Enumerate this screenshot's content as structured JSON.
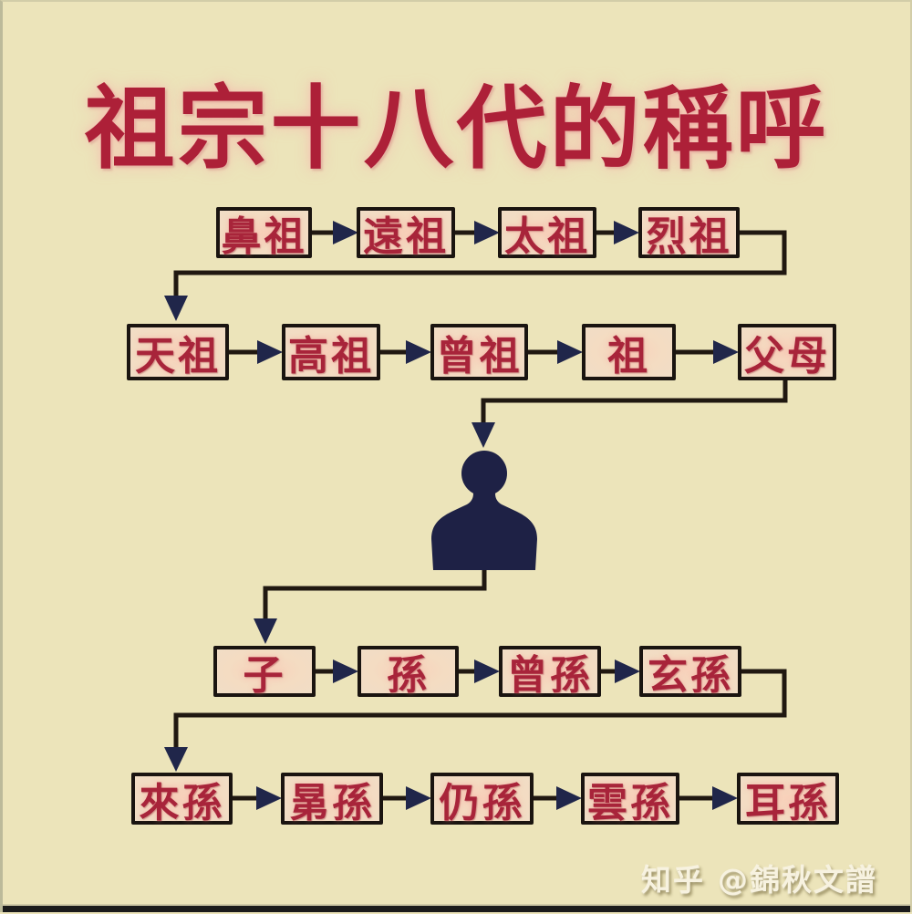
{
  "title": "祖宗十八代的稱呼",
  "generations": {
    "ancestors_upper": [
      "鼻祖",
      "遠祖",
      "太祖",
      "烈祖"
    ],
    "ancestors_near": [
      "天祖",
      "高祖",
      "曾祖",
      "祖",
      "父母"
    ],
    "descendants_near": [
      "子",
      "孫",
      "曾孫",
      "玄孫"
    ],
    "descendants_far": [
      "來孫",
      "晜孫",
      "仍孫",
      "雲孫",
      "耳孫"
    ]
  },
  "flow": "鼻祖→遠祖→太祖→烈祖→天祖→高祖→曾祖→祖→父母→本人(人形)→子→孫→曾孫→玄孫→來孫→晜孫→仍孫→雲孫→耳孫",
  "person_icon": "self-person-silhouette",
  "watermark": {
    "site": "知乎",
    "author": "@錦秋文譜"
  },
  "colors": {
    "background": "#ece4ba",
    "box_fill": "#f3ddc4",
    "box_border": "#1a1410",
    "text_red": "#a8243a",
    "title_red": "#ad2038",
    "line": "#201811",
    "arrowhead": "#20264a",
    "person": "#1e2145",
    "watermark_text": "#f7f2e0"
  }
}
